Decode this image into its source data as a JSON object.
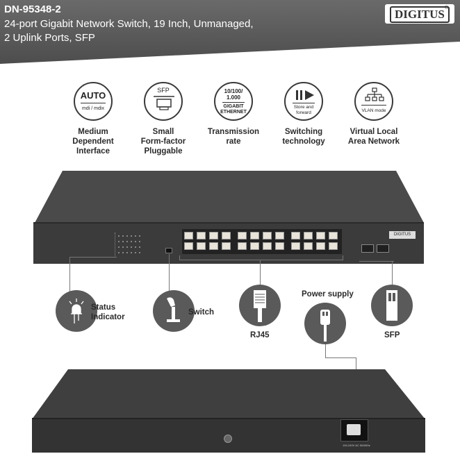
{
  "header": {
    "model": "DN-95348-2",
    "subtitle_line1": "24-port Gigabit Network Switch, 19 Inch, Unmanaged,",
    "subtitle_line2": "2 Uplink Ports, SFP",
    "brand": "DIGITUS"
  },
  "features": [
    {
      "icon_text": "AUTO",
      "icon_subtext": "mdi / mdix",
      "label": [
        "Medium",
        "Dependent",
        "Interface"
      ],
      "icon": "auto-mdix-icon"
    },
    {
      "icon_text": "SFP",
      "icon_subtext": "",
      "label": [
        "Small",
        "Form-factor",
        "Pluggable"
      ],
      "icon": "sfp-module-icon"
    },
    {
      "icon_text": "10/100/\n1.000",
      "icon_subtext": "GIGABIT\nETHERNET",
      "label": [
        "Transmission",
        "rate"
      ],
      "icon": "gigabit-ethernet-icon"
    },
    {
      "icon_text": "",
      "icon_subtext": "Store and\nforward",
      "label": [
        "Switching",
        "technology"
      ],
      "icon": "store-forward-icon"
    },
    {
      "icon_text": "",
      "icon_subtext": "VLAN mode",
      "label": [
        "Virtual Local",
        "Area Network"
      ],
      "icon": "vlan-icon"
    }
  ],
  "callouts": {
    "status": [
      "Status",
      "Indicator"
    ],
    "switch": "Switch",
    "rj45": "RJ45",
    "power": "Power supply",
    "sfp": "SFP"
  },
  "device": {
    "front_logo": "DIGITUS",
    "back_power_label": "100-240V AC 50/60Hz"
  },
  "colors": {
    "header_bg": "#555555",
    "icon_circle": "#5a5a5a",
    "chassis": "#3b3b3b"
  }
}
